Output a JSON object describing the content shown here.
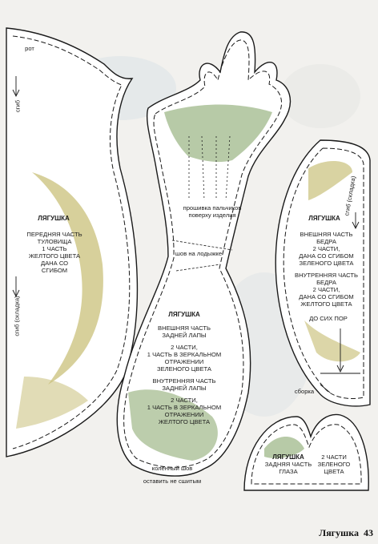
{
  "labels": {
    "rot": "рот",
    "sgib_top": "сгиб",
    "sgib_bottom": "сгиб (складка)",
    "body_title": "ЛЯГУШКА",
    "body_desc_1": "ПЕРЕДНЯЯ ЧАСТЬ",
    "body_desc_2": "ТУЛОВИЩА",
    "body_desc_3": "1 ЧАСТЬ",
    "body_desc_4": "ЖЕЛТОГО ЦВЕТА",
    "body_desc_5": "ДАНА СО",
    "body_desc_6": "СГИБОМ",
    "finger_1": "прошивка пальчиков",
    "finger_2": "поверху изделия",
    "ankle_seam": "шов на лодыжке",
    "leg_title": "ЛЯГУШКА",
    "leg_1": "ВНЕШНЯЯ ЧАСТЬ",
    "leg_2": "ЗАДНЕЙ ЛАПЫ",
    "leg_3": "2 ЧАСТИ,",
    "leg_4": "1 ЧАСТЬ В ЗЕРКАЛЬНОМ",
    "leg_5": "ОТРАЖЕНИИ",
    "leg_6": "ЗЕЛЕНОГО ЦВЕТА",
    "leg_7": "ВНУТРЕННЯЯ ЧАСТЬ",
    "leg_8": "ЗАДНЕЙ ЛАПЫ",
    "leg_9": "2 ЧАСТИ,",
    "leg_10": "1 ЧАСТЬ В ЗЕРКАЛЬНОМ",
    "leg_11": "ОТРАЖЕНИИ",
    "leg_12": "ЖЕЛТОГО ЦВЕТА",
    "knee_seam": "коленный шов",
    "leave_open": "оставить не сшитым",
    "thigh_sgib": "сгиб (складка)",
    "thigh_title": "ЛЯГУШКА",
    "thigh_1": "ВНЕШНЯЯ ЧАСТЬ",
    "thigh_2": "БЕДРА",
    "thigh_3": "2 ЧАСТИ,",
    "thigh_4": "ДАНА СО СГИБОМ",
    "thigh_5": "ЗЕЛЕНОГО ЦВЕТА",
    "thigh_6": "ВНУТРЕННЯЯ ЧАСТЬ",
    "thigh_7": "БЕДРА",
    "thigh_8": "2 ЧАСТИ,",
    "thigh_9": "ДАНА СО СГИБОМ",
    "thigh_10": "ЖЕЛТОГО ЦВЕТА",
    "up_to_here": "ДО СИХ ПОР",
    "gather": "сборка",
    "eye_title": "ЛЯГУШКА",
    "eye_1": "ЗАДНЯЯ ЧАСТЬ",
    "eye_2": "ГЛАЗА",
    "eye_3": "2 ЧАСТИ",
    "eye_4": "ЗЕЛЕНОГО",
    "eye_5": "ЦВЕТА"
  },
  "footer": {
    "title": "Лягушка",
    "page": "43"
  },
  "colors": {
    "yellow": "#c9c07a",
    "green": "#9fb889",
    "line": "#1a1a1a",
    "paper": "#ffffff",
    "bg": "#f2f1ee"
  }
}
